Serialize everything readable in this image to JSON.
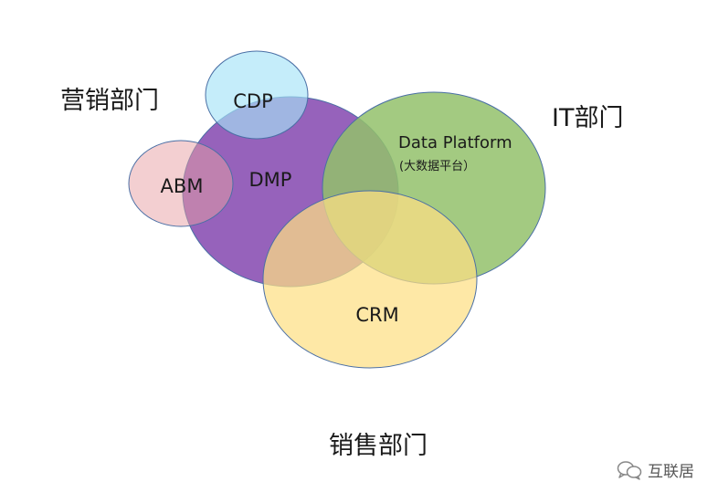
{
  "departments": {
    "marketing": "营销部门",
    "it": "IT部门",
    "sales": "销售部门"
  },
  "systems": {
    "cdp": "CDP",
    "abm": "ABM",
    "dmp": "DMP",
    "data_platform": "Data Platform",
    "data_platform_sub": "(大数据平台）",
    "crm": "CRM"
  },
  "colors": {
    "cdp": "#a6e3f7",
    "abm": "#e7a0a3",
    "dmp": "#8d55b5",
    "data_platform": "#93c16b",
    "crm": "#fedf84",
    "stroke": "#4a6fa5"
  },
  "watermark": {
    "icon": "chat-bubbles-icon",
    "text": "互联居"
  }
}
